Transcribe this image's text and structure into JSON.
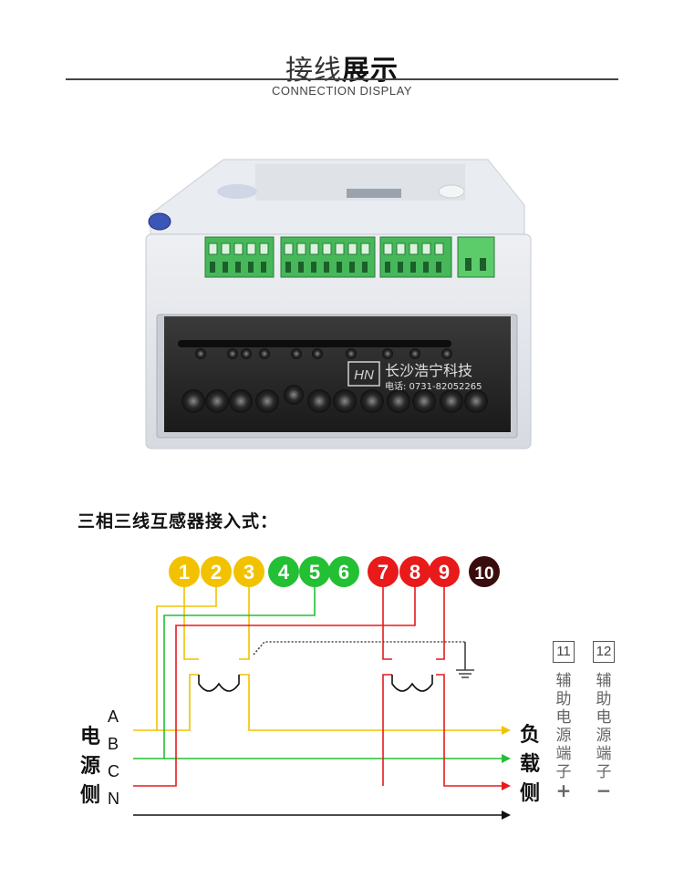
{
  "header": {
    "title_light": "接线",
    "title_bold": "展示",
    "subtitle": "CONNECTION  DISPLAY"
  },
  "photo": {
    "brand_name": "长沙浩宁科技",
    "phone": "电话: 0731-82052265"
  },
  "diagram": {
    "heading": "三相三线互感器接入式：",
    "terminals": [
      {
        "label": "1",
        "color": "#f2c200"
      },
      {
        "label": "2",
        "color": "#f2c200"
      },
      {
        "label": "3",
        "color": "#f2c200"
      },
      {
        "label": "4",
        "color": "#22c032"
      },
      {
        "label": "5",
        "color": "#22c032"
      },
      {
        "label": "6",
        "color": "#22c032"
      },
      {
        "label": "7",
        "color": "#e81a1a"
      },
      {
        "label": "8",
        "color": "#e81a1a"
      },
      {
        "label": "9",
        "color": "#e81a1a"
      },
      {
        "label": "10",
        "color": "#3a0d0d"
      }
    ],
    "source_side": [
      "电",
      "源",
      "侧"
    ],
    "load_side": [
      "负",
      "载",
      "侧"
    ],
    "phases": [
      "A",
      "B",
      "C",
      "N"
    ],
    "aux_plus": {
      "number": "11",
      "text": [
        "辅",
        "助",
        "电",
        "源",
        "端",
        "子"
      ],
      "sign": "+"
    },
    "aux_minus": {
      "number": "12",
      "text": [
        "辅",
        "助",
        "电",
        "源",
        "端",
        "子"
      ],
      "sign": "−"
    },
    "line_colors": {
      "yellow": "#f2c200",
      "green": "#22c032",
      "red": "#e81a1a",
      "black": "#111111"
    }
  }
}
